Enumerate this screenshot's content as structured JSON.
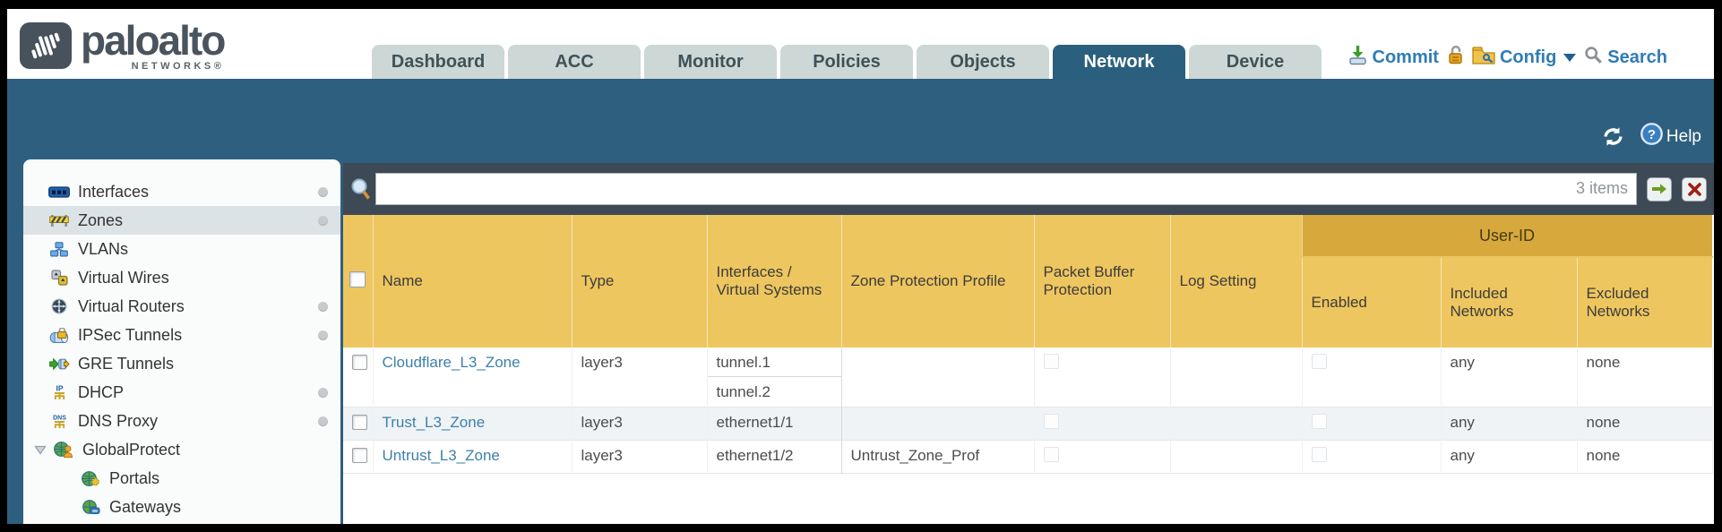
{
  "header": {
    "brand": {
      "wordmark": "paloalto",
      "subtext": "NETWORKS®"
    },
    "tabs": [
      {
        "label": "Dashboard",
        "active": false
      },
      {
        "label": "ACC",
        "active": false
      },
      {
        "label": "Monitor",
        "active": false
      },
      {
        "label": "Policies",
        "active": false
      },
      {
        "label": "Objects",
        "active": false
      },
      {
        "label": "Network",
        "active": true
      },
      {
        "label": "Device",
        "active": false
      }
    ],
    "actions": {
      "commit": "Commit",
      "config": "Config",
      "search": "Search"
    }
  },
  "banner": {
    "help_label": "Help"
  },
  "sidebar": {
    "items": [
      {
        "label": "Interfaces",
        "icon": "interfaces",
        "dot": true
      },
      {
        "label": "Zones",
        "icon": "zones",
        "dot": true,
        "selected": true
      },
      {
        "label": "VLANs",
        "icon": "vlans"
      },
      {
        "label": "Virtual Wires",
        "icon": "virtual-wires"
      },
      {
        "label": "Virtual Routers",
        "icon": "virtual-routers",
        "dot": true
      },
      {
        "label": "IPSec Tunnels",
        "icon": "ipsec-tunnels",
        "dot": true
      },
      {
        "label": "GRE Tunnels",
        "icon": "gre-tunnels"
      },
      {
        "label": "DHCP",
        "icon": "dhcp",
        "dot": true
      },
      {
        "label": "DNS Proxy",
        "icon": "dns-proxy",
        "dot": true
      },
      {
        "label": "GlobalProtect",
        "icon": "globalprotect",
        "parent": true,
        "expanded": true
      },
      {
        "label": "Portals",
        "icon": "portals",
        "child": true
      },
      {
        "label": "Gateways",
        "icon": "gateways",
        "child": true
      }
    ]
  },
  "filterbar": {
    "value": "",
    "items_count": "3 items"
  },
  "table": {
    "group_header": "User-ID",
    "columns": [
      "Name",
      "Type",
      "Interfaces / Virtual Systems",
      "Zone Protection Profile",
      "Packet Buffer Protection",
      "Log Setting",
      "Enabled",
      "Included Networks",
      "Excluded Networks"
    ],
    "rows": [
      {
        "name": "Cloudflare_L3_Zone",
        "type": "layer3",
        "interfaces": [
          "tunnel.1",
          "tunnel.2"
        ],
        "zone_protection_profile": "",
        "packet_buffer_protection": false,
        "log_setting": "",
        "user_id_enabled": false,
        "included_networks": "any",
        "excluded_networks": "none"
      },
      {
        "name": "Trust_L3_Zone",
        "type": "layer3",
        "interfaces": [
          "ethernet1/1"
        ],
        "zone_protection_profile": "",
        "packet_buffer_protection": false,
        "log_setting": "",
        "user_id_enabled": false,
        "included_networks": "any",
        "excluded_networks": "none"
      },
      {
        "name": "Untrust_L3_Zone",
        "type": "layer3",
        "interfaces": [
          "ethernet1/2"
        ],
        "zone_protection_profile": "Untrust_Zone_Prof",
        "packet_buffer_protection": false,
        "log_setting": "",
        "user_id_enabled": false,
        "included_networks": "any",
        "excluded_networks": "none"
      }
    ]
  },
  "colors": {
    "banner_teal": "#2e5f7e",
    "header_orange": "#eec65f",
    "user_id_band": "#d7a83c",
    "dark_bar": "#3d4954",
    "link_blue": "#3e80a8",
    "action_blue": "#2f7cb5",
    "tab_bg": "#ccd7d6",
    "tab_text": "#3f5259",
    "active_tab": "#2b5f7e",
    "selected_item_bg": "#dbe3e7"
  }
}
